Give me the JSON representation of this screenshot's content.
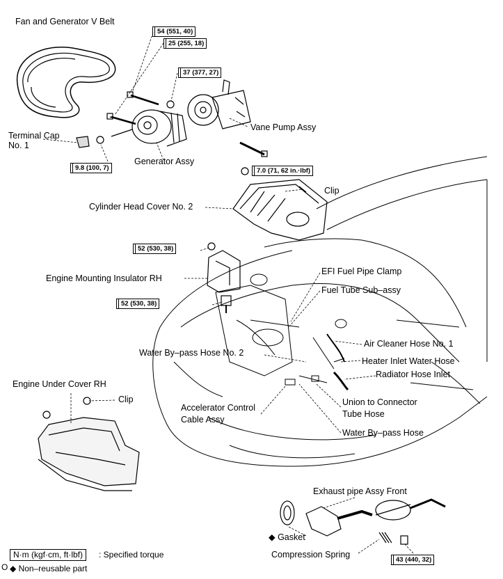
{
  "parts": {
    "fan_belt": "Fan and Generator V Belt",
    "terminal_cap": "Terminal Cap\nNo. 1",
    "generator_assy": "Generator Assy",
    "vane_pump": "Vane Pump Assy",
    "clip_top": "Clip",
    "cyl_head_cover": "Cylinder Head Cover No. 2",
    "engine_mount": "Engine Mounting Insulator RH",
    "efi_clamp": "EFI Fuel Pipe Clamp",
    "fuel_tube": "Fuel Tube Sub–assy",
    "air_cleaner_hose": "Air Cleaner Hose No. 1",
    "water_bypass_2": "Water By–pass Hose No. 2",
    "heater_inlet": "Heater Inlet Water Hose",
    "radiator_hose": "Radiator Hose Inlet",
    "engine_under_cover": "Engine Under Cover RH",
    "clip_under": "Clip",
    "accel_cable": "Accelerator Control\nCable Assy",
    "union_tube": "Union to Connector\nTube Hose",
    "water_bypass": "Water By–pass Hose",
    "exhaust_pipe": "Exhaust pipe Assy Front",
    "gasket": "◆ Gasket",
    "compression_spring": "Compression Spring"
  },
  "torques": {
    "t54": "54 (551, 40)",
    "t25": "25 (255, 18)",
    "t37": "37 (377, 27)",
    "t98": "9.8 (100, 7)",
    "t70": "7.0 (71, 62 in.·lbf)",
    "t52a": "52 (530, 38)",
    "t52b": "52 (530, 38)",
    "t43": "43 (440, 32)"
  },
  "legend": {
    "unit": "N·m (kgf·cm, ft·lbf)",
    "specified": ": Specified torque",
    "non_reusable": "◆ Non–reusable part",
    "page_mark": "O"
  },
  "icons": [
    "belt-icon",
    "generator-icon",
    "vane-pump-icon",
    "bolt-icon",
    "cylinder-head-cover-icon",
    "engine-mount-icon",
    "car-body-icon",
    "under-cover-icon",
    "exhaust-pipe-icon",
    "gasket-icon",
    "spring-icon"
  ]
}
